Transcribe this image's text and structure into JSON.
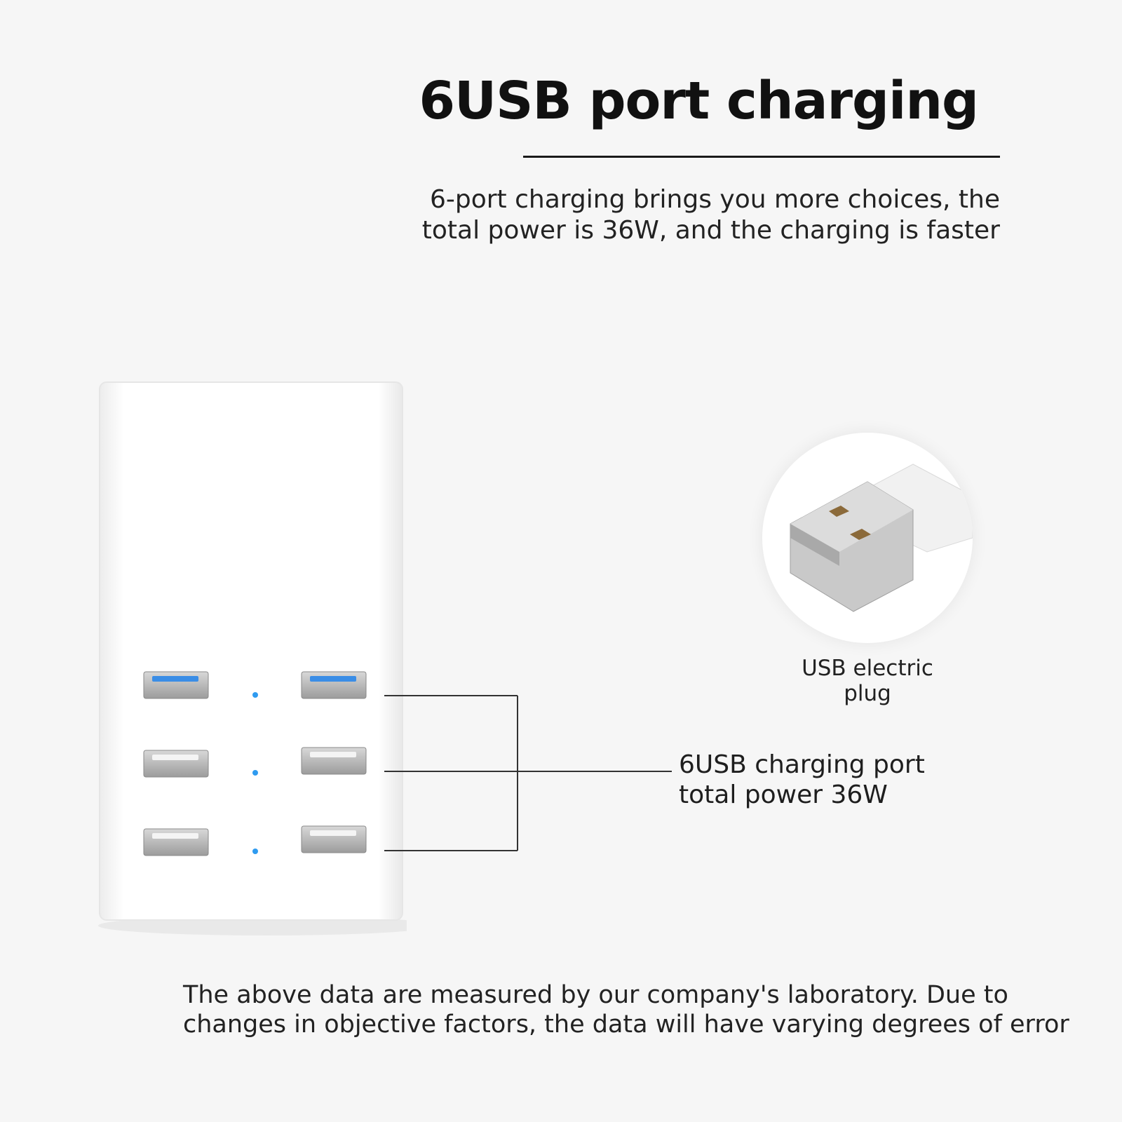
{
  "heading": {
    "title": "6USB port charging",
    "subtitle_lines": [
      "6-port charging brings you more choices, the",
      "total power is 36W, and the charging is faster"
    ]
  },
  "inset": {
    "label": "USB electric plug",
    "icon": "usb-plug-icon"
  },
  "callout": {
    "lines": [
      "6USB charging port",
      "total power 36W"
    ]
  },
  "footnote": {
    "lines": [
      "The above data are measured by our company's laboratory. Due to",
      "changes in objective factors, the data will have varying degrees of error"
    ]
  },
  "colors": {
    "background": "#f6f6f6",
    "port_accent": "#3a8de6",
    "indicator_led": "#2f9bf0",
    "text": "#1a1a1a"
  }
}
